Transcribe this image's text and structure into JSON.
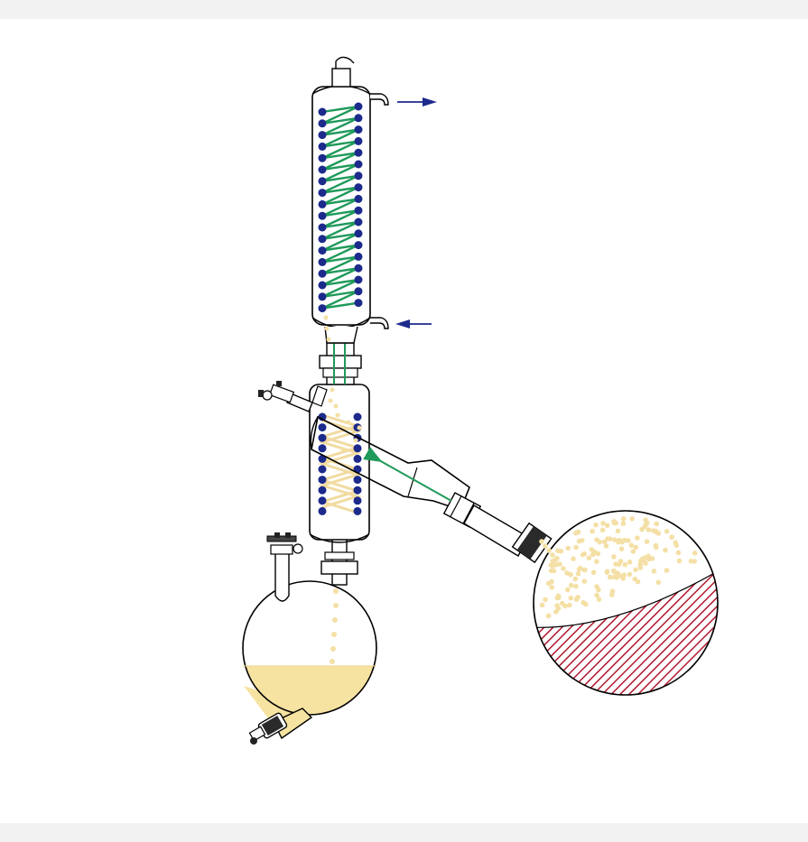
{
  "colors": {
    "page_background": "#f2f2f2",
    "canvas": "#ffffff",
    "glass_outline": "#000000",
    "coil_green": "#1f9a5a",
    "coil_dot_blue": "#1c2a8c",
    "flow_arrow_green": "#1f9a5a",
    "water_arrow_blue": "#1c2a8c",
    "vapor_dot": "#f4e0a6",
    "coil_tan": "#f1dba0",
    "condensate_yellow": "#f6e3a1",
    "hatch_red": "#b0182f",
    "joint_dark": "#222222"
  },
  "components": [
    {
      "name": "upper-condenser",
      "icon": "double-coil-condenser"
    },
    {
      "name": "lower-condenser",
      "icon": "coil-condenser"
    },
    {
      "name": "vapor-duct",
      "icon": "glass-tube"
    },
    {
      "name": "evaporating-flask",
      "icon": "round-bottom-flask",
      "contents": "hatched-liquid"
    },
    {
      "name": "receiving-flask",
      "icon": "round-bottom-flask",
      "contents": "yellow-condensate"
    }
  ],
  "arrows": [
    {
      "name": "coolant-out-arrow",
      "direction": "right"
    },
    {
      "name": "coolant-in-arrow",
      "direction": "left"
    },
    {
      "name": "vapor-flow-arrow",
      "direction": "up-left"
    }
  ]
}
